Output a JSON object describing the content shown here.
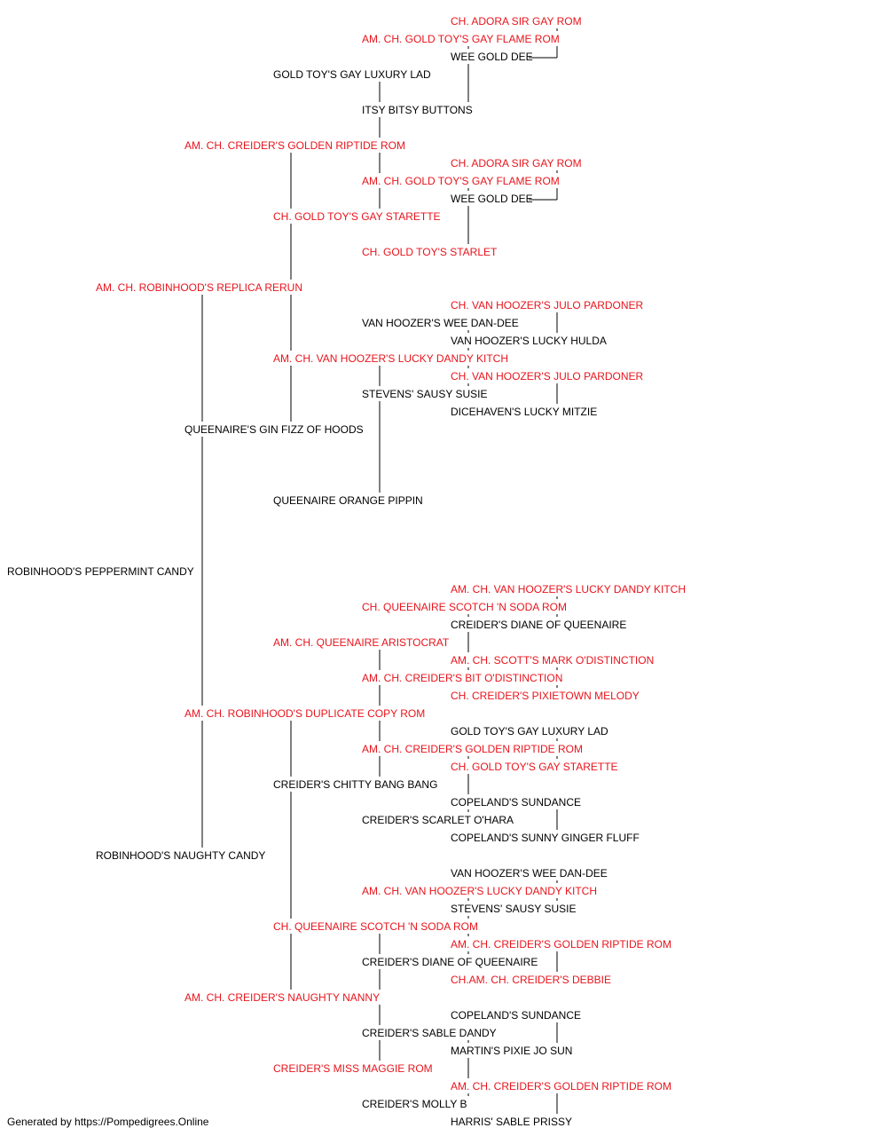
{
  "colors": {
    "champion": "#e8141c",
    "normal": "#000000",
    "line": "#000000"
  },
  "pedigree": {
    "subject": {
      "name": "ROBINHOOD'S PEPPERMINT CANDY",
      "champion": false
    },
    "entries": [
      {
        "name": "AM. CH. ROBINHOOD'S REPLICA RERUN",
        "gen": 1,
        "row": 16,
        "champion": true
      },
      {
        "name": "AM. CH. CREIDER'S GOLDEN RIPTIDE ROM",
        "gen": 2,
        "row": 8,
        "champion": true
      },
      {
        "name": "GOLD TOY'S GAY LUXURY LAD",
        "gen": 3,
        "row": 4,
        "champion": false
      },
      {
        "name": "AM. CH. GOLD TOY'S GAY FLAME ROM",
        "gen": 4,
        "row": 2,
        "champion": true
      },
      {
        "name": "CH. ADORA SIR GAY ROM",
        "gen": 5,
        "row": 1,
        "champion": true
      },
      {
        "name": "WEE GOLD DEE",
        "gen": 5,
        "row": 3,
        "champion": false
      },
      {
        "name": "ITSY BITSY BUTTONS",
        "gen": 4,
        "row": 6,
        "champion": false
      },
      {
        "name": "CH. GOLD TOY'S GAY STARETTE",
        "gen": 3,
        "row": 12,
        "champion": true
      },
      {
        "name": "AM. CH. GOLD TOY'S GAY FLAME ROM",
        "gen": 4,
        "row": 10,
        "champion": true
      },
      {
        "name": "CH. ADORA SIR GAY ROM",
        "gen": 5,
        "row": 9,
        "champion": true
      },
      {
        "name": "WEE GOLD DEE",
        "gen": 5,
        "row": 11,
        "champion": false
      },
      {
        "name": "CH. GOLD TOY'S STARLET",
        "gen": 4,
        "row": 14,
        "champion": true
      },
      {
        "name": "QUEENAIRE'S GIN FIZZ OF HOODS",
        "gen": 2,
        "row": 24,
        "champion": false
      },
      {
        "name": "AM. CH. VAN HOOZER'S LUCKY DANDY KITCH",
        "gen": 3,
        "row": 20,
        "champion": true
      },
      {
        "name": "VAN HOOZER'S WEE DAN-DEE",
        "gen": 4,
        "row": 18,
        "champion": false
      },
      {
        "name": "CH. VAN HOOZER'S JULO PARDONER",
        "gen": 5,
        "row": 17,
        "champion": true
      },
      {
        "name": "VAN HOOZER'S LUCKY HULDA",
        "gen": 5,
        "row": 19,
        "champion": false
      },
      {
        "name": "STEVENS' SAUSY SUSIE",
        "gen": 4,
        "row": 22,
        "champion": false
      },
      {
        "name": "CH. VAN HOOZER'S JULO PARDONER",
        "gen": 5,
        "row": 21,
        "champion": true
      },
      {
        "name": "DICEHAVEN'S LUCKY MITZIE",
        "gen": 5,
        "row": 23,
        "champion": false
      },
      {
        "name": "QUEENAIRE ORANGE PIPPIN",
        "gen": 3,
        "row": 28,
        "champion": false
      },
      {
        "name": "ROBINHOOD'S NAUGHTY CANDY",
        "gen": 1,
        "row": 48,
        "champion": false
      },
      {
        "name": "AM. CH. ROBINHOOD'S DUPLICATE COPY ROM",
        "gen": 2,
        "row": 40,
        "champion": true
      },
      {
        "name": "AM. CH. QUEENAIRE ARISTOCRAT",
        "gen": 3,
        "row": 36,
        "champion": true
      },
      {
        "name": "CH. QUEENAIRE SCOTCH 'N SODA ROM",
        "gen": 4,
        "row": 34,
        "champion": true
      },
      {
        "name": "AM. CH. VAN HOOZER'S LUCKY DANDY KITCH",
        "gen": 5,
        "row": 33,
        "champion": true
      },
      {
        "name": "CREIDER'S DIANE OF QUEENAIRE",
        "gen": 5,
        "row": 35,
        "champion": false
      },
      {
        "name": "AM. CH. CREIDER'S BIT O'DISTINCTION",
        "gen": 4,
        "row": 38,
        "champion": true
      },
      {
        "name": "AM. CH. SCOTT'S MARK O'DISTINCTION",
        "gen": 5,
        "row": 37,
        "champion": true
      },
      {
        "name": "CH. CREIDER'S PIXIETOWN MELODY",
        "gen": 5,
        "row": 39,
        "champion": true
      },
      {
        "name": "CREIDER'S CHITTY BANG BANG",
        "gen": 3,
        "row": 44,
        "champion": false
      },
      {
        "name": "AM. CH. CREIDER'S GOLDEN RIPTIDE ROM",
        "gen": 4,
        "row": 42,
        "champion": true
      },
      {
        "name": "GOLD TOY'S GAY LUXURY LAD",
        "gen": 5,
        "row": 41,
        "champion": false
      },
      {
        "name": "CH. GOLD TOY'S GAY STARETTE",
        "gen": 5,
        "row": 43,
        "champion": true
      },
      {
        "name": "CREIDER'S SCARLET O'HARA",
        "gen": 4,
        "row": 46,
        "champion": false
      },
      {
        "name": "COPELAND'S SUNDANCE",
        "gen": 5,
        "row": 45,
        "champion": false
      },
      {
        "name": "COPELAND'S SUNNY GINGER FLUFF",
        "gen": 5,
        "row": 47,
        "champion": false
      },
      {
        "name": "AM. CH. CREIDER'S NAUGHTY NANNY",
        "gen": 2,
        "row": 56,
        "champion": true
      },
      {
        "name": "CH. QUEENAIRE SCOTCH 'N SODA ROM",
        "gen": 3,
        "row": 52,
        "champion": true
      },
      {
        "name": "AM. CH. VAN HOOZER'S LUCKY DANDY KITCH",
        "gen": 4,
        "row": 50,
        "champion": true
      },
      {
        "name": "VAN HOOZER'S WEE DAN-DEE",
        "gen": 5,
        "row": 49,
        "champion": false
      },
      {
        "name": "STEVENS' SAUSY SUSIE",
        "gen": 5,
        "row": 51,
        "champion": false
      },
      {
        "name": "CREIDER'S DIANE OF QUEENAIRE",
        "gen": 4,
        "row": 54,
        "champion": false
      },
      {
        "name": "AM. CH. CREIDER'S GOLDEN RIPTIDE ROM",
        "gen": 5,
        "row": 53,
        "champion": true
      },
      {
        "name": "CH.AM. CH. CREIDER'S DEBBIE",
        "gen": 5,
        "row": 55,
        "champion": true
      },
      {
        "name": "CREIDER'S MISS MAGGIE ROM",
        "gen": 3,
        "row": 60,
        "champion": true
      },
      {
        "name": "CREIDER'S SABLE DANDY",
        "gen": 4,
        "row": 58,
        "champion": false
      },
      {
        "name": "COPELAND'S SUNDANCE",
        "gen": 5,
        "row": 57,
        "champion": false
      },
      {
        "name": "MARTIN'S PIXIE JO SUN",
        "gen": 5,
        "row": 59,
        "champion": false
      },
      {
        "name": "CREIDER'S MOLLY B",
        "gen": 4,
        "row": 62,
        "champion": false
      },
      {
        "name": "AM. CH. CREIDER'S GOLDEN RIPTIDE ROM",
        "gen": 5,
        "row": 61,
        "champion": true
      },
      {
        "name": "HARRIS' SABLE PRISSY",
        "gen": 5,
        "row": 63,
        "champion": false
      }
    ]
  },
  "footer": {
    "text": "Generated by https://Pompedigrees.Online"
  }
}
